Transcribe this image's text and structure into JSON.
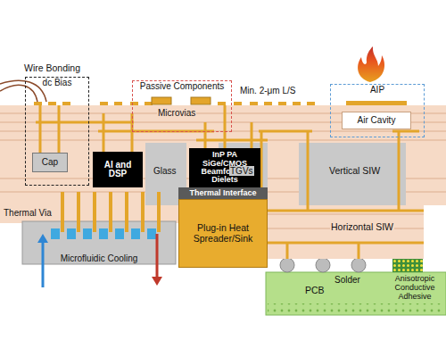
{
  "diagram": {
    "nodes": [
      {
        "text": [
          "dc Bias"
        ]
      },
      {
        "text": [
          "Cap"
        ],
        "in": 0
      },
      {
        "text": [
          "Passive Components"
        ]
      },
      {
        "text": [
          "AIP"
        ]
      },
      {
        "text": [
          "Air Cavity"
        ],
        "in": 3
      },
      {
        "text": [
          "AI and DSP"
        ]
      },
      {
        "text": [
          "InP PA SiGe/CMOS Beamformer Dielets"
        ]
      },
      {
        "text": [
          "Thermal Interface"
        ]
      },
      {
        "text": [
          "Plug-in Heat Spreader/Sink"
        ]
      },
      {
        "text": [
          "Microfluidic Cooling"
        ]
      },
      {
        "text": [
          "PCB"
        ]
      }
    ],
    "labels": [
      "Wire Bonding",
      "Min. 2-μm L/S",
      "Microvias",
      "Glass",
      "TGVs",
      "Vertical SIW",
      "Thermal Via",
      "Horizontal SIW",
      "Solder",
      "Anisotropic Conductive Adhesive"
    ]
  }
}
